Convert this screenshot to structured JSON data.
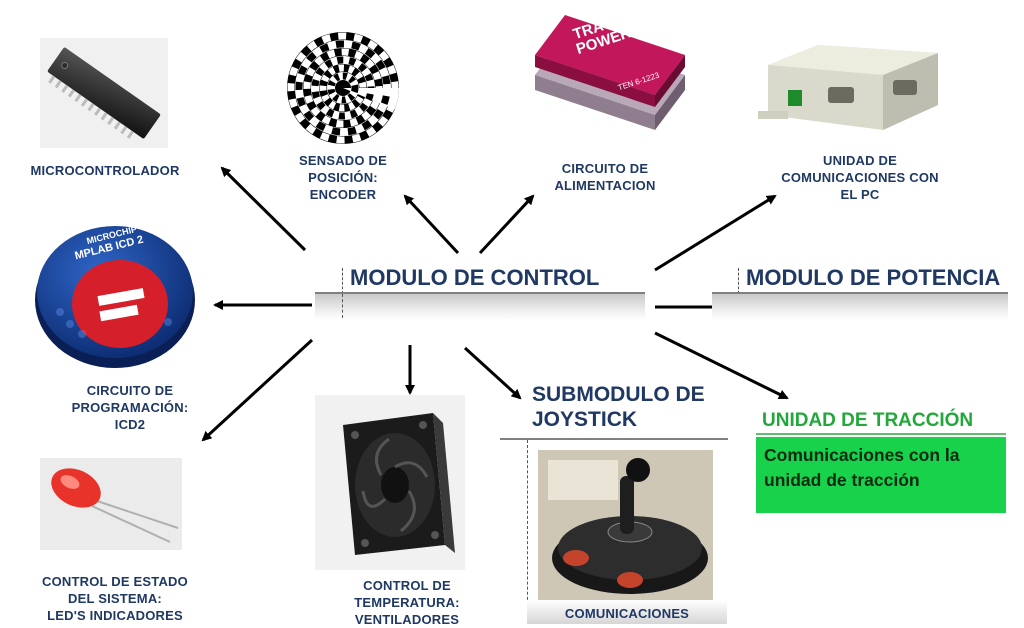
{
  "center": {
    "title": "MODULO DE CONTROL"
  },
  "power": {
    "title": "MODULO DE POTENCIA"
  },
  "joystick": {
    "title": "SUBMODULO DE\nJOYSTICK",
    "caption": "COMUNICACIONES"
  },
  "traction": {
    "title": "UNIDAD DE TRACCIÓN",
    "body": "Comunicaciones con la unidad de tracción"
  },
  "labels": {
    "microcontroller": "MICROCONTROLADOR",
    "encoder": "SENSADO DE\nPOSICIÓN:\nENCODER",
    "power_supply": "CIRCUITO DE\nALIMENTACION",
    "pc_comm": "UNIDAD DE\nCOMUNICACIONES CON\nEL PC",
    "programming": "CIRCUITO DE\nPROGRAMACIÓN:\nICD2",
    "status": "CONTROL DE ESTADO\nDEL SISTEMA:\nLED'S INDICADORES",
    "temperature": "CONTROL DE\nTEMPERATURA:\nVENTILADORES"
  },
  "devices": {
    "traco_brand": "TRACO\nPOWER",
    "traco_model": "TEN 6-1223",
    "icd_brand": "MICROCHIP",
    "icd_model": "MPLAB ICD 2"
  },
  "colors": {
    "label_navy": "#1f3864",
    "traction_green": "#17d24a"
  }
}
